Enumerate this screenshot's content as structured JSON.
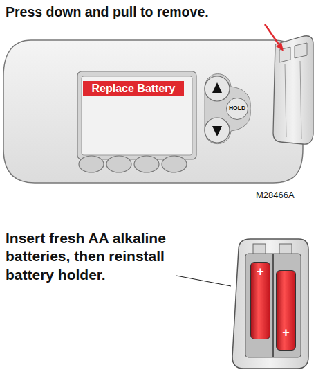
{
  "diagram": {
    "nodes": [
      {
        "text": [
          "Replace Battery"
        ]
      },
      {
        "text": [
          "HOLD"
        ]
      },
      {
        "text": [
          "+"
        ]
      },
      {
        "text": [
          "+"
        ]
      }
    ],
    "labels": [
      "Press down and pull to remove.",
      "M28466A",
      "Insert fresh AA alkaline batteries, then reinstall battery holder."
    ]
  }
}
